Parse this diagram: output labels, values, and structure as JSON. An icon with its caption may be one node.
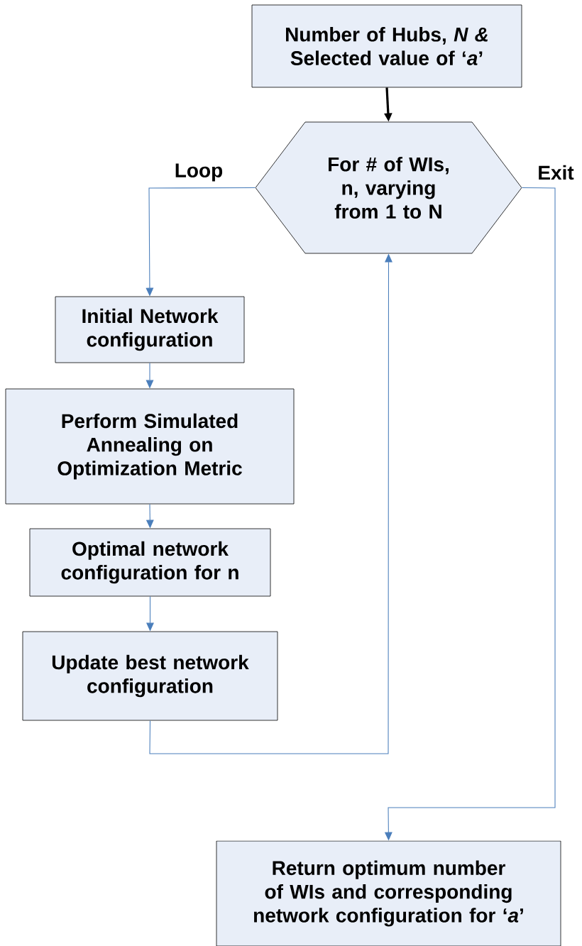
{
  "diagram": {
    "nodes": [
      {
        "text": [
          "Number of Hubs, *N &* Selected value of ‘*a*’"
        ]
      },
      {
        "text": [
          "For # of WIs, n, varying from 1 to N"
        ]
      },
      {
        "text": [
          "Initial Network configuration"
        ]
      },
      {
        "text": [
          "Perform Simulated Annealing on Optimization Metric"
        ]
      },
      {
        "text": [
          "Optimal network configuration for n"
        ]
      },
      {
        "text": [
          "Update best network configuration"
        ]
      },
      {
        "text": [
          "Return optimum number of WIs and corresponding network configuration for ‘*a*’"
        ]
      }
    ],
    "edges": [
      {
        "from": 0,
        "to": 1,
        "arrow": "to",
        "style": "thick",
        "color": "#000000"
      },
      {
        "from": 1,
        "to": 2,
        "arrow": "to",
        "label": "Loop"
      },
      {
        "from": 2,
        "to": 3,
        "arrow": "to"
      },
      {
        "from": 3,
        "to": 4,
        "arrow": "to"
      },
      {
        "from": 4,
        "to": 5,
        "arrow": "to"
      },
      {
        "from": 5,
        "to": 1,
        "arrow": "to"
      },
      {
        "from": 1,
        "to": 6,
        "arrow": "to",
        "label": "Exit"
      }
    ]
  }
}
